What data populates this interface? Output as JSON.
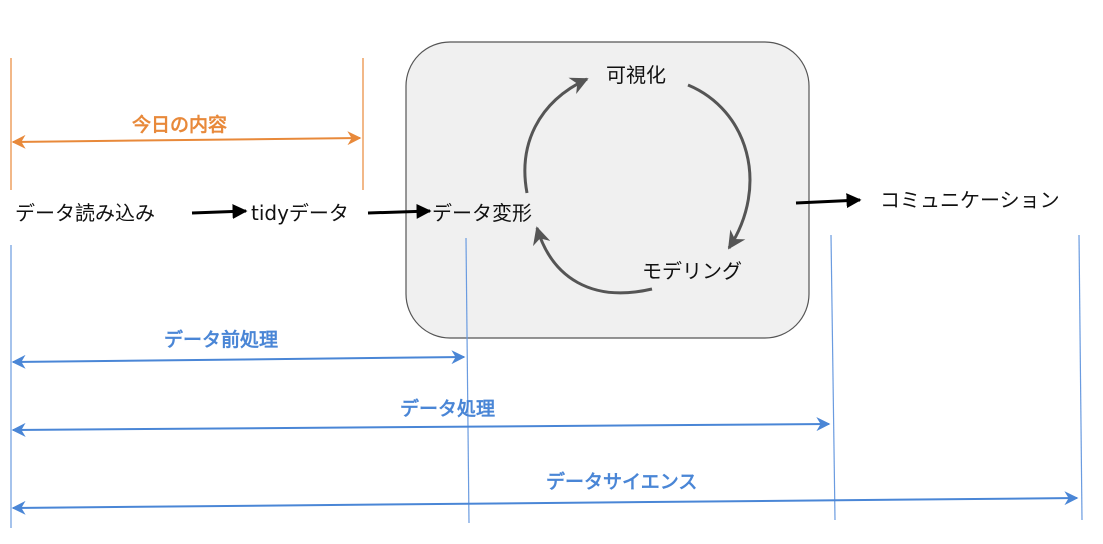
{
  "colors": {
    "orange": "#e8893a",
    "blue": "#4a86d6",
    "blue_line": "#6a9be0",
    "box_fill": "#f0f0f0",
    "box_stroke": "#555555",
    "cycle": "#555555",
    "arrow": "#000000"
  },
  "labels": {
    "today": "今日の内容",
    "data_import": "データ読み込み",
    "tidy_data": "tidyデータ",
    "transform": "データ変形",
    "visualize": "可視化",
    "modeling": "モデリング",
    "communication": "コミュニケーション",
    "preprocessing": "データ前処理",
    "processing": "データ処理",
    "data_science": "データサイエンス"
  }
}
